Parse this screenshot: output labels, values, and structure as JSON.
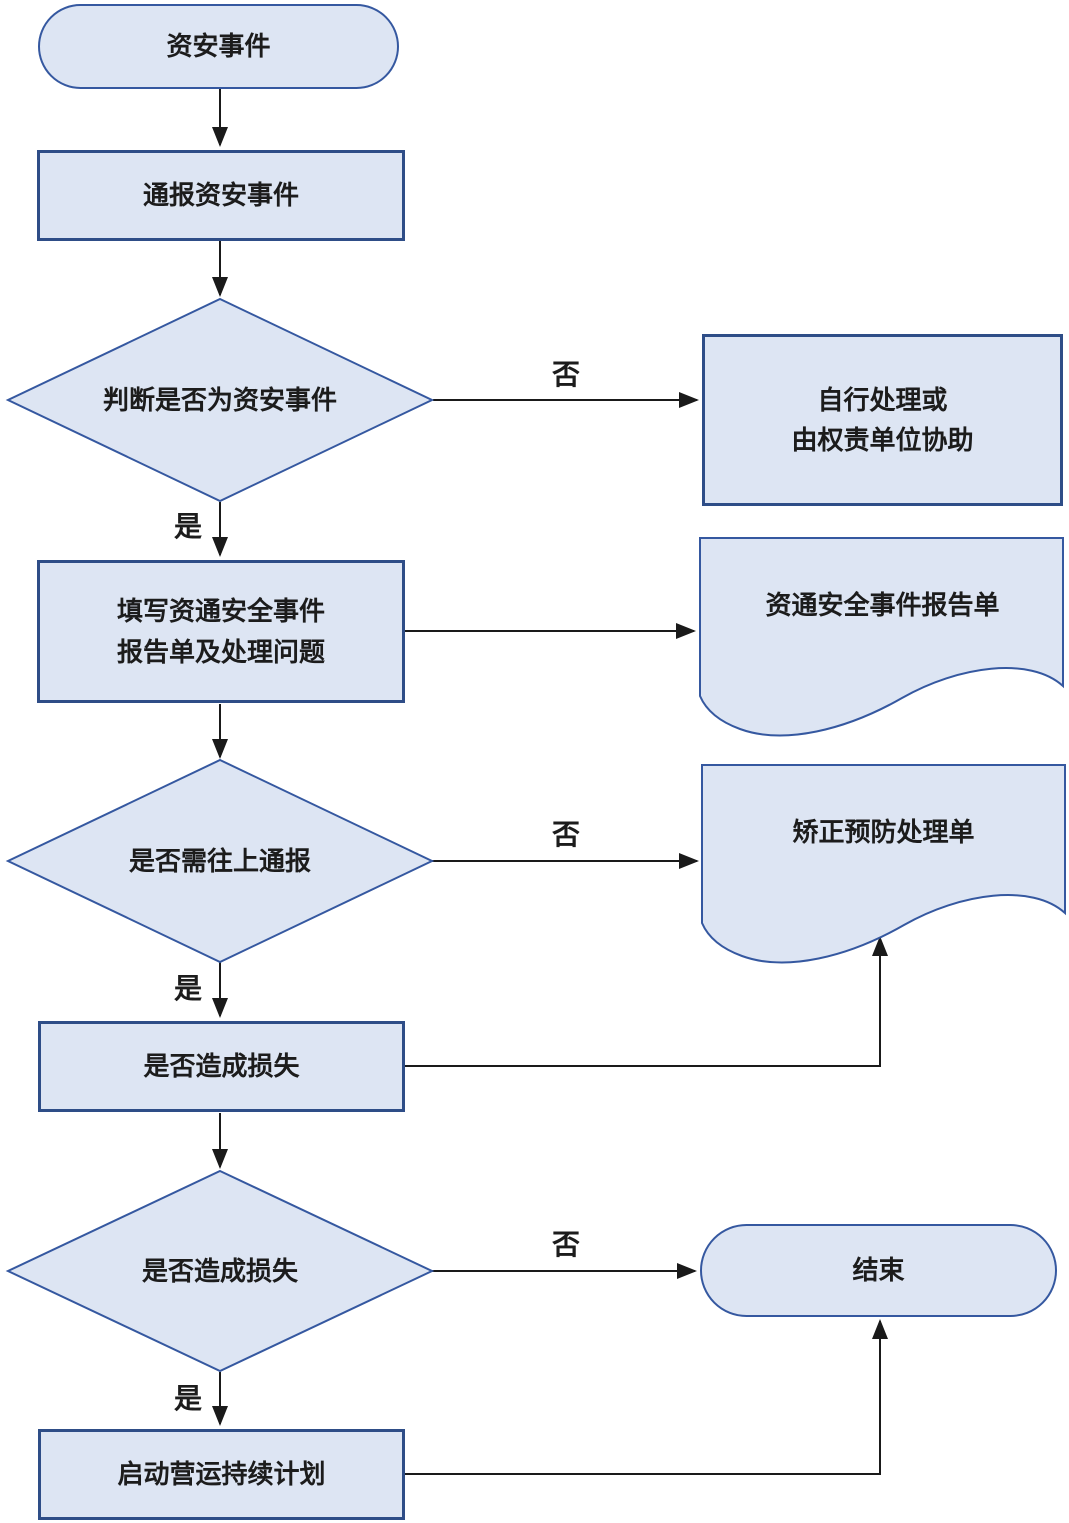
{
  "diagram": {
    "type": "flowchart",
    "colors": {
      "node_fill": "#dde5f3",
      "node_border": "#2e4d87",
      "shape_stroke": "#3558a0",
      "connector": "#1a1a1a",
      "text": "#1c1c1c",
      "bg": "#ffffff"
    },
    "nodes": {
      "start": {
        "type": "terminator",
        "label": "资安事件"
      },
      "notify": {
        "type": "process",
        "label": "通报资安事件"
      },
      "judge_incident": {
        "type": "decision",
        "label": "判断是否为资安事件"
      },
      "self_handle": {
        "type": "process",
        "label": "自行处理或\n由权责单位协助"
      },
      "fill_report": {
        "type": "process",
        "label": "填写资通安全事件\n报告单及处理问题"
      },
      "report_doc": {
        "type": "document",
        "label": "资通安全事件报告单"
      },
      "report_up": {
        "type": "decision",
        "label": "是否需往上通报"
      },
      "corrective_doc": {
        "type": "document",
        "label": "矫正预防处理单"
      },
      "loss_check": {
        "type": "process",
        "label": "是否造成损失"
      },
      "loss_decision": {
        "type": "decision",
        "label": "是否造成损失"
      },
      "end": {
        "type": "terminator",
        "label": "结束"
      },
      "bcp": {
        "type": "process",
        "label": "启动营运持续计划"
      }
    },
    "edge_labels": {
      "yes": "是",
      "no": "否"
    }
  }
}
